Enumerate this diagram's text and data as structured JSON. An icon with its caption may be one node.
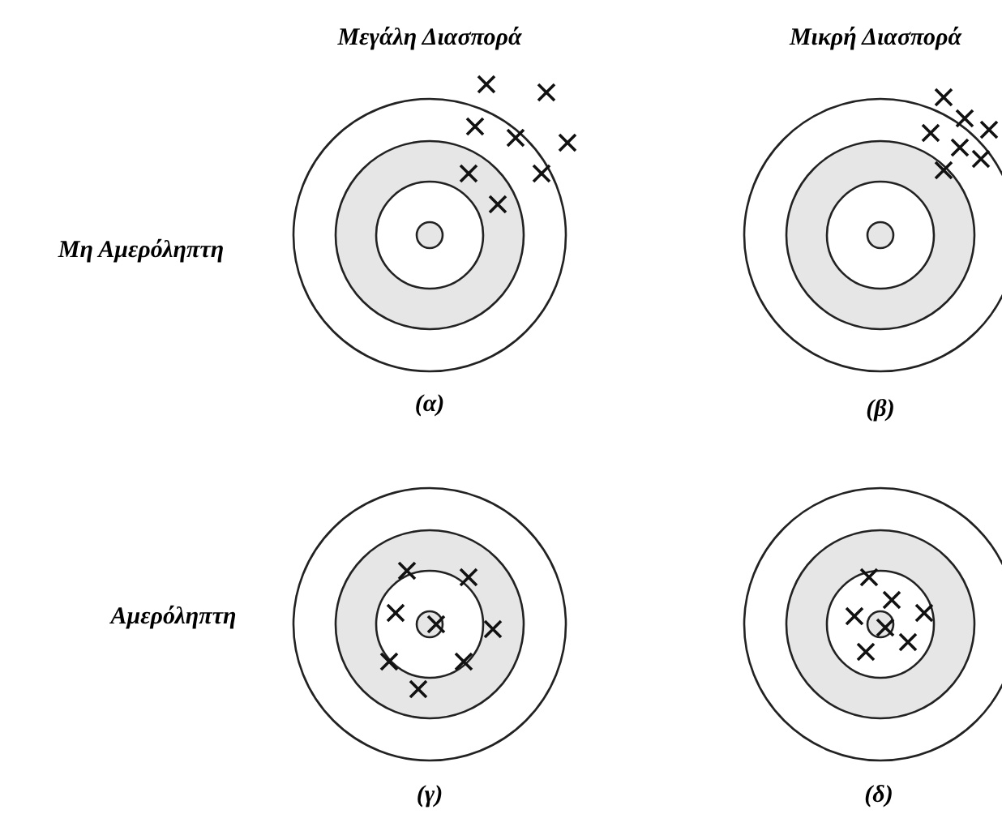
{
  "diagram": {
    "labels": [
      "Μεγάλη Διασπορά",
      "Μικρή Διασπορά",
      "Μη Αμερόληπτη",
      "(α)",
      "(β)",
      "Αμερόληπτη",
      "(γ)",
      "(δ)"
    ]
  }
}
